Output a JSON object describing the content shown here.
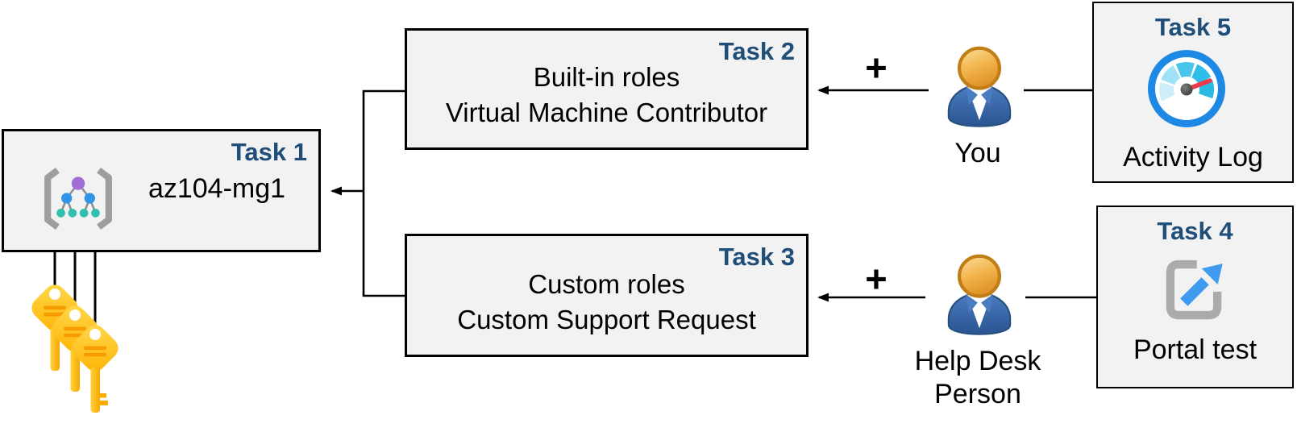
{
  "boxes": {
    "task1": {
      "label": "Task 1",
      "name": "az104-mg1"
    },
    "task2": {
      "label": "Task 2",
      "lines": [
        "Built-in roles",
        "Virtual Machine Contributor"
      ]
    },
    "task3": {
      "label": "Task 3",
      "lines": [
        "Custom roles",
        "Custom Support Request"
      ]
    },
    "task4": {
      "label": "Task 4",
      "caption": "Portal test"
    },
    "task5": {
      "label": "Task 5",
      "caption": "Activity Log"
    }
  },
  "actors": {
    "you": {
      "label": "You"
    },
    "helpdesk": {
      "lines": [
        "Help Desk",
        "Person"
      ]
    }
  },
  "plus": {
    "top": "+",
    "bottom": "+"
  },
  "icons": {
    "task1": "management-group-icon",
    "task1_left": "key-icon x3",
    "task5": "gauge-activity-log-icon",
    "task4": "external-link-portal-icon",
    "actors": "person-icon",
    "connectors": "arrow-icons"
  },
  "colors": {
    "task_label": "#1f4e79",
    "box_fill": "#f2f2f2",
    "box_border": "#000000",
    "text": "#000000",
    "arrow": "#000000",
    "key_gold": "#ffc425",
    "key_stripe": "#f59c00",
    "person_head": "#eda83e",
    "person_body": "#3b6db3",
    "mg_purple": "#a26ed6",
    "mg_blue": "#3095e8",
    "mg_teal": "#2fc1ad",
    "gauge_ring": "#1e88e5",
    "gauge_needle": "#ee3a4d",
    "portal_arrow": "#3e9bf0",
    "icon_gray": "#ababab"
  }
}
